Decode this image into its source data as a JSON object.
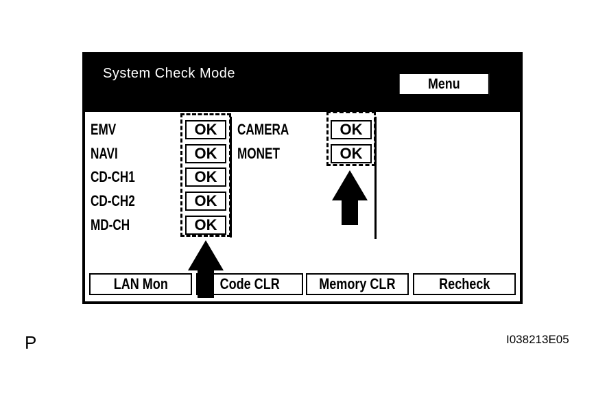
{
  "screen": {
    "title": "System Check Mode",
    "menu_label": "Menu"
  },
  "left_items": [
    {
      "label": "EMV",
      "status": "OK"
    },
    {
      "label": "NAVI",
      "status": "OK"
    },
    {
      "label": "CD-CH1",
      "status": "OK"
    },
    {
      "label": "CD-CH2",
      "status": "OK"
    },
    {
      "label": "MD-CH",
      "status": "OK"
    }
  ],
  "right_items": [
    {
      "label": "CAMERA",
      "status": "OK"
    },
    {
      "label": "MONET",
      "status": "OK"
    }
  ],
  "buttons": {
    "lan_mon": "LAN Mon",
    "code_clr": "Code CLR",
    "memory_clr": "Memory CLR",
    "recheck": "Recheck"
  },
  "icons": {
    "pointer_arrow": "up-arrow-icon"
  },
  "figure": {
    "corner_label": "P",
    "id": "I038213E05"
  }
}
